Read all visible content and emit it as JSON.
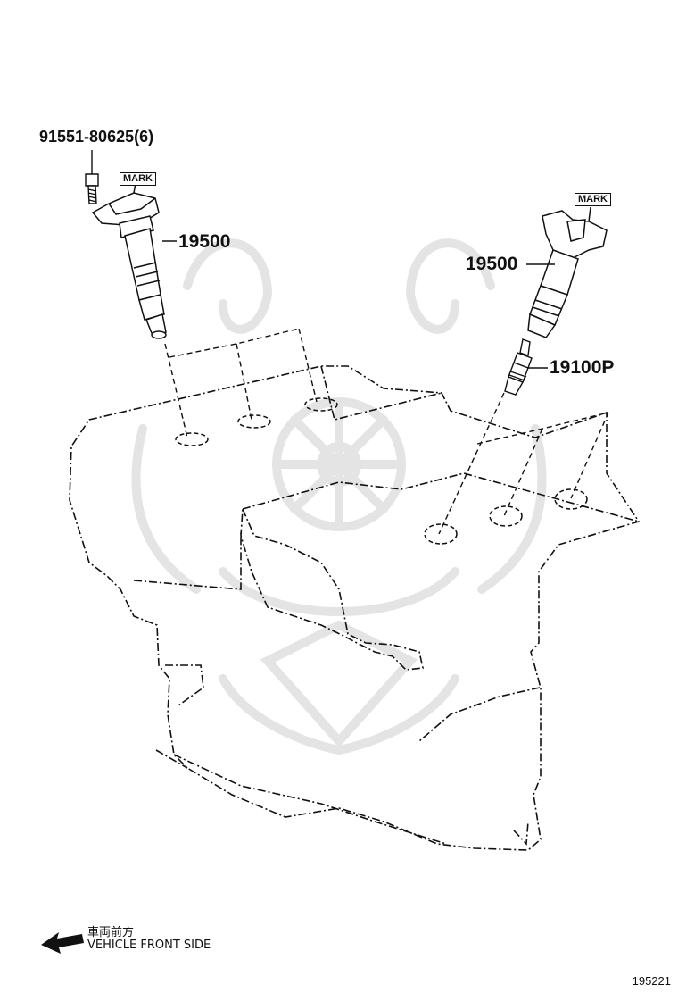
{
  "labels": {
    "bolt": "91551-80625(6)",
    "coil_left": "19500",
    "coil_right": "19500",
    "spark_plug": "19100P",
    "mark_left": "MARK",
    "mark_right": "MARK"
  },
  "direction_note": {
    "jp": "車両前方",
    "en": "VEHICLE FRONT SIDE"
  },
  "figure_number": "195221",
  "colors": {
    "line": "#111111",
    "watermark": "#e4e4e4"
  }
}
